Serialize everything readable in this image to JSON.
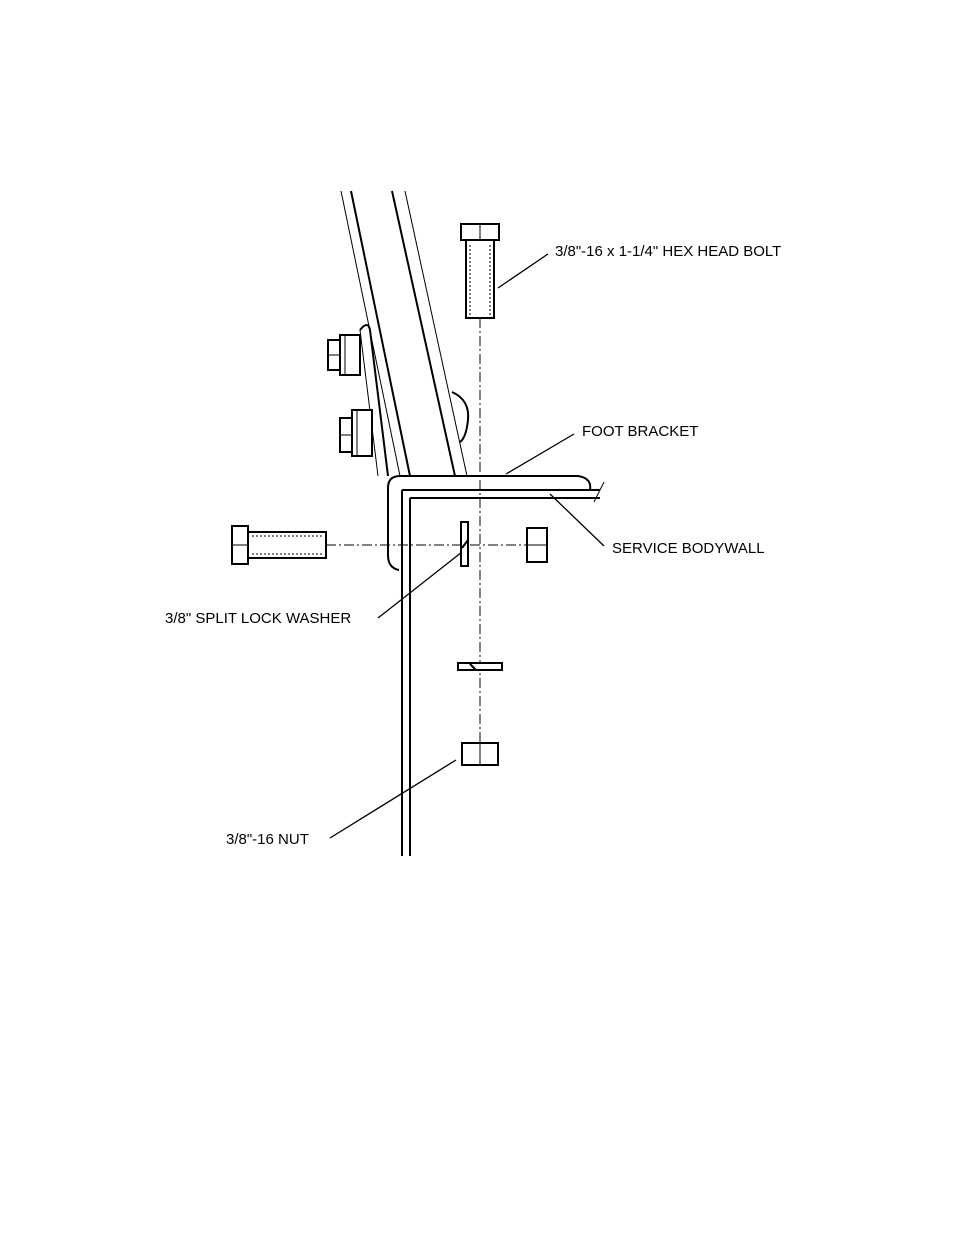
{
  "labels": {
    "hex_bolt": "3/8\"-16 x 1-1/4\" HEX HEAD BOLT",
    "foot_bracket": "FOOT BRACKET",
    "body_wall": "SERVICE BODYWALL",
    "lock_washer": "3/8\" SPLIT LOCK WASHER",
    "nut": "3/8\"-16 NUT"
  },
  "colors": {
    "line": "#000000",
    "background": "#ffffff"
  }
}
